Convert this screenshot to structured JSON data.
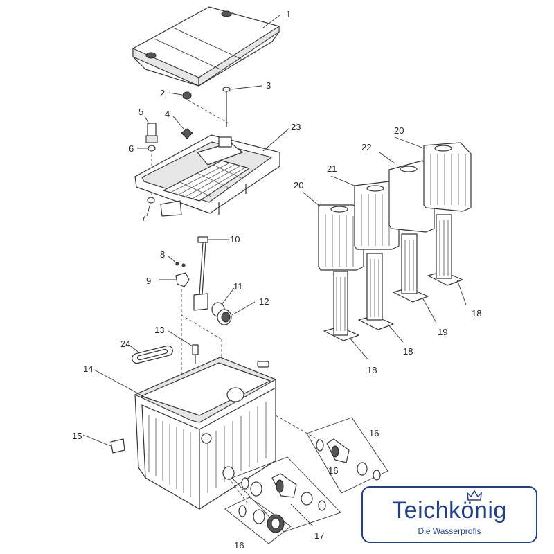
{
  "labels": {
    "l1": "1",
    "l2": "2",
    "l3": "3",
    "l4": "4",
    "l5": "5",
    "l6": "6",
    "l7": "7",
    "l8": "8",
    "l9": "9",
    "l10": "10",
    "l11": "11",
    "l12": "12",
    "l13": "13",
    "l14": "14",
    "l15": "15",
    "l16a": "16",
    "l16b": "16",
    "l16c": "16",
    "l17": "17",
    "l18a": "18",
    "l18b": "18",
    "l18c": "18",
    "l19": "19",
    "l20a": "20",
    "l20b": "20",
    "l21": "21",
    "l22": "22",
    "l23": "23",
    "l24": "24"
  },
  "logo": {
    "brand": "Teichkönig",
    "tagline": "Die Wasserprofis",
    "color": "#1f3f8f"
  }
}
